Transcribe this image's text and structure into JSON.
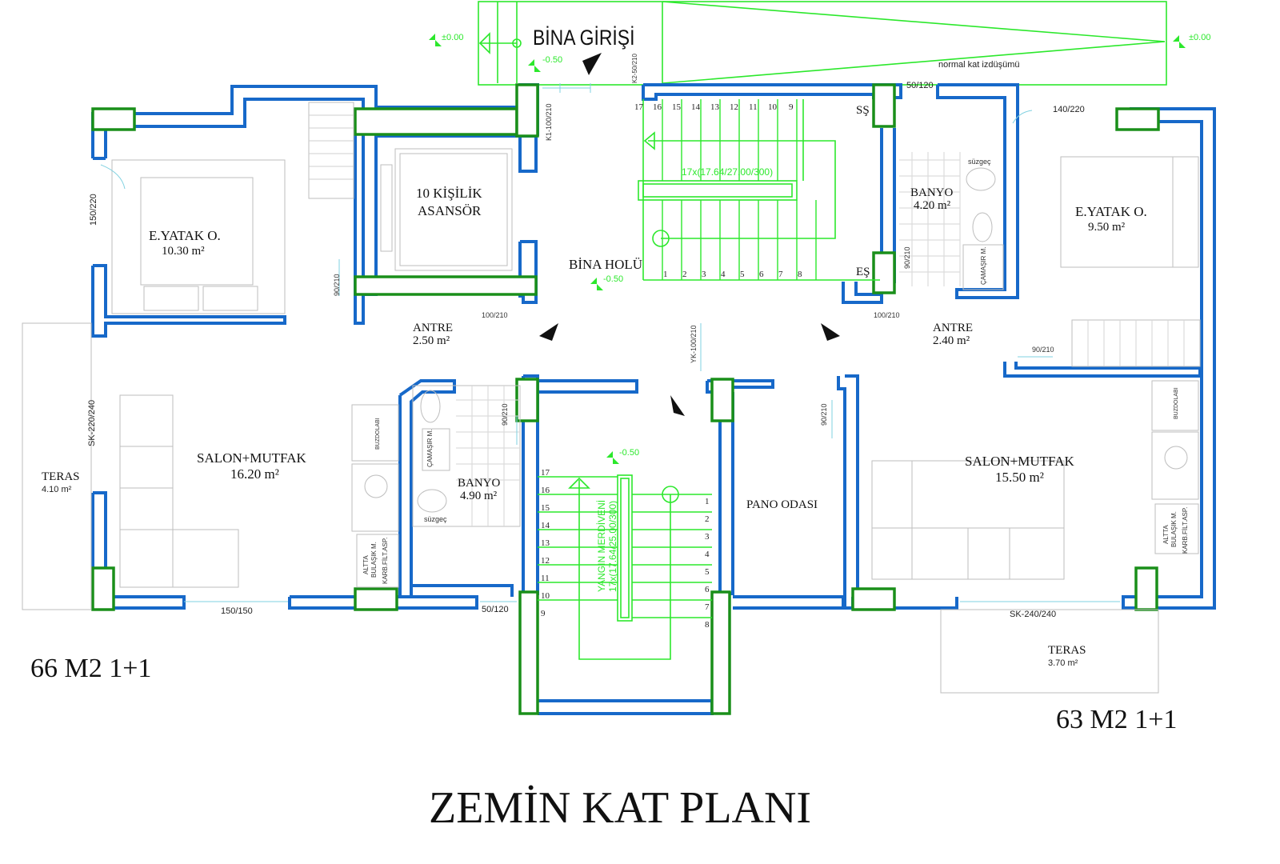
{
  "plan": {
    "title": "ZEMİN KAT PLANI",
    "unit_left": "66 M2 1+1",
    "unit_right": "63 M2 1+1",
    "entrance": "BİNA GİRİŞİ",
    "projection_note": "normal kat izdüşümü",
    "stair_note": "17x(17.64/27.00/300)",
    "fire_stair_name": "YANGIN MERDİVENİ",
    "fire_stair_note": "17x(17.64/25.00/300)",
    "elevations": {
      "zero_left": "±0.00",
      "zero_right": "±0.00",
      "entry": "-0.50",
      "hall": "-0.50",
      "fire": "-0.50"
    }
  },
  "rooms": {
    "bedroom_left": {
      "name": "E.YATAK O.",
      "area": "10.30 m²"
    },
    "elevator": {
      "name_line1": "10 KİŞİLİK",
      "name_line2": "ASANSÖR"
    },
    "hall": {
      "name": "BİNA HOLÜ"
    },
    "bath_right_top": {
      "name": "BANYO",
      "area": "4.20 m²"
    },
    "bedroom_right": {
      "name": "E.YATAK O.",
      "area": "9.50 m²"
    },
    "antre_left": {
      "name": "ANTRE",
      "area": "2.50 m²"
    },
    "antre_right": {
      "name": "ANTRE",
      "area": "2.40 m²"
    },
    "salon_left": {
      "name": "SALON+MUTFAK",
      "area": "16.20 m²"
    },
    "bath_left": {
      "name": "BANYO",
      "area": "4.90 m²"
    },
    "pano": {
      "name": "PANO ODASI"
    },
    "salon_right": {
      "name": "SALON+MUTFAK",
      "area": "15.50 m²"
    },
    "teras_left": {
      "name": "TERAS",
      "area": "4.10 m²"
    },
    "teras_right": {
      "name": "TERAS",
      "area": "3.70 m²"
    }
  },
  "labels": {
    "ss": "SŞ",
    "es": "EŞ",
    "d_150_220": "150/220",
    "d_90_210_a": "90/210",
    "d_100_210_a": "100/210",
    "d_k1": "K1-100/210",
    "d_k2": "K2-50/210",
    "d_50_120_top": "50/120",
    "d_140_220": "140/220",
    "d_90_210_b": "90/210",
    "d_100_210_b": "100/210",
    "d_90_210_c": "90/210",
    "d_90_210_d": "90/210",
    "d_yk": "YK-100/210",
    "d_90_210_e": "90/210",
    "d_sk_220": "SK-220/240",
    "d_150_150": "150/150",
    "d_50_120_bottom": "50/120",
    "d_sk_240": "SK-240/240",
    "suzgec_top": "süzgeç",
    "suzgec_bottom": "süzgeç",
    "camasir_top": "ÇAMAŞIR M.",
    "camasir_bottom": "ÇAMAŞIR M.",
    "buzdolabi_left": "BUZDOLABI",
    "buzdolabi_right": "BUZDOLABI",
    "appliance_left": [
      "ALTTA",
      "BULAŞIK M.",
      "KARB.FİLT.ASP."
    ],
    "appliance_right": [
      "ALTTA",
      "BULAŞIK M.",
      "KARB.FİLT.ASP."
    ]
  },
  "stairs": {
    "main_top": [
      "17",
      "16",
      "15",
      "14",
      "13",
      "12",
      "11",
      "10",
      "9"
    ],
    "main_bottom": [
      "1",
      "2",
      "3",
      "4",
      "5",
      "6",
      "7",
      "8"
    ],
    "fire_left": [
      "17",
      "16",
      "15",
      "14",
      "13",
      "12",
      "11",
      "10",
      "9"
    ],
    "fire_right": [
      "1",
      "2",
      "3",
      "4",
      "5",
      "6",
      "7",
      "8"
    ]
  },
  "colors": {
    "wall": "#1769c9",
    "column": "#1a8f1a",
    "stair": "#2ce82c"
  }
}
